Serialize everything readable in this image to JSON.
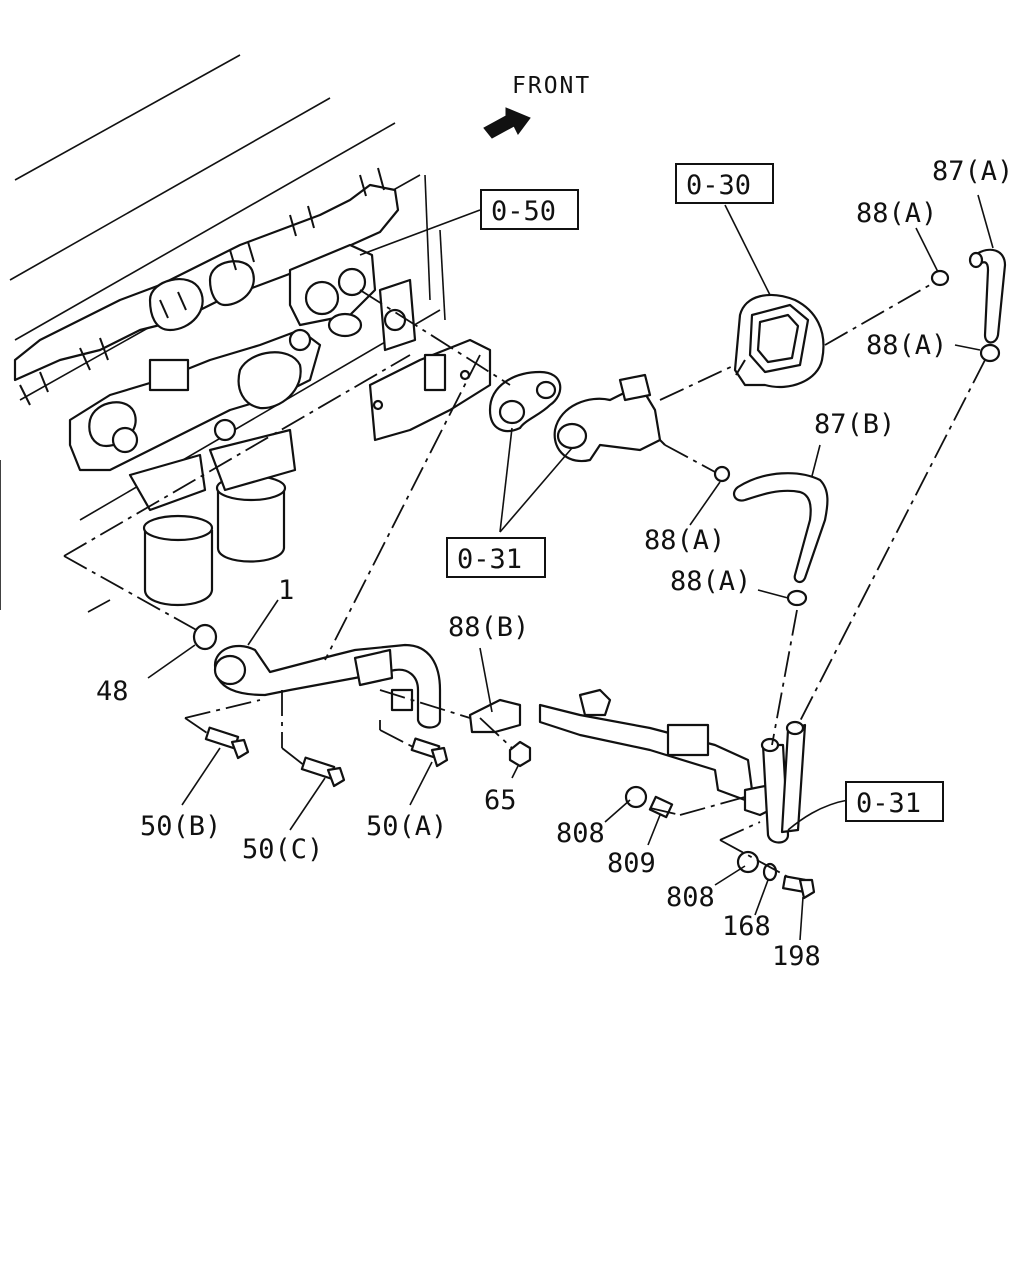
{
  "orientation": {
    "label": "FRONT",
    "arrow_icon": "arrow-right-icon"
  },
  "reference_boxes": [
    {
      "id": "ref-0-50",
      "text": "0-50"
    },
    {
      "id": "ref-0-30",
      "text": "0-30"
    },
    {
      "id": "ref-0-31-upper",
      "text": "0-31"
    },
    {
      "id": "ref-0-31-lower",
      "text": "0-31"
    }
  ],
  "callouts": [
    {
      "id": "callout-87a",
      "text": "87(A)"
    },
    {
      "id": "callout-88a-1",
      "text": "88(A)"
    },
    {
      "id": "callout-88a-2",
      "text": "88(A)"
    },
    {
      "id": "callout-87b",
      "text": "87(B)"
    },
    {
      "id": "callout-88a-3",
      "text": "88(A)"
    },
    {
      "id": "callout-88a-4",
      "text": "88(A)"
    },
    {
      "id": "callout-1",
      "text": "1"
    },
    {
      "id": "callout-48",
      "text": "48"
    },
    {
      "id": "callout-88b",
      "text": "88(B)"
    },
    {
      "id": "callout-65",
      "text": "65"
    },
    {
      "id": "callout-50b",
      "text": "50(B)"
    },
    {
      "id": "callout-50c",
      "text": "50(C)"
    },
    {
      "id": "callout-50a",
      "text": "50(A)"
    },
    {
      "id": "callout-808-1",
      "text": "808"
    },
    {
      "id": "callout-809",
      "text": "809"
    },
    {
      "id": "callout-808-2",
      "text": "808"
    },
    {
      "id": "callout-168",
      "text": "168"
    },
    {
      "id": "callout-198",
      "text": "198"
    }
  ]
}
